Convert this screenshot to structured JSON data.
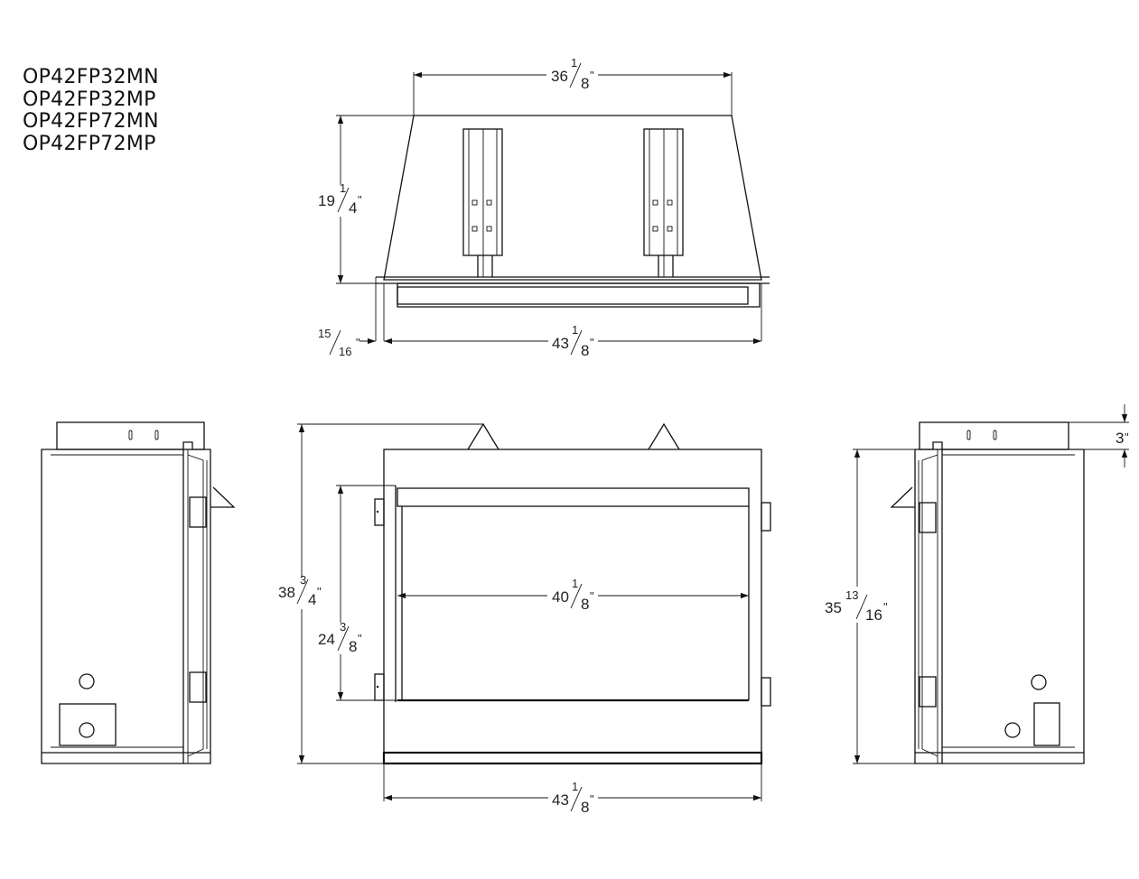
{
  "models": [
    "OP42FP32MN",
    "OP42FP32MP",
    "OP42FP72MN",
    "OP42FP72MP"
  ],
  "dimensions": {
    "top_width": {
      "whole": "36",
      "num": "1",
      "den": "8",
      "unit": "\""
    },
    "top_depth": {
      "whole": "19",
      "num": "1",
      "den": "4",
      "unit": "\""
    },
    "top_offset": {
      "whole": "",
      "num": "15",
      "den": "16",
      "unit": "\""
    },
    "top_overall": {
      "whole": "43",
      "num": "1",
      "den": "8",
      "unit": "\""
    },
    "front_height": {
      "whole": "38",
      "num": "3",
      "den": "4",
      "unit": "\""
    },
    "front_opening_height": {
      "whole": "24",
      "num": "3",
      "den": "8",
      "unit": "\""
    },
    "front_opening_width": {
      "whole": "40",
      "num": "1",
      "den": "8",
      "unit": "\""
    },
    "front_overall": {
      "whole": "43",
      "num": "1",
      "den": "8",
      "unit": "\""
    },
    "side_height": {
      "whole": "35",
      "num": "13",
      "den": "16",
      "unit": "\""
    },
    "side_top": {
      "whole": "3",
      "num": "",
      "den": "",
      "unit": "\""
    }
  }
}
